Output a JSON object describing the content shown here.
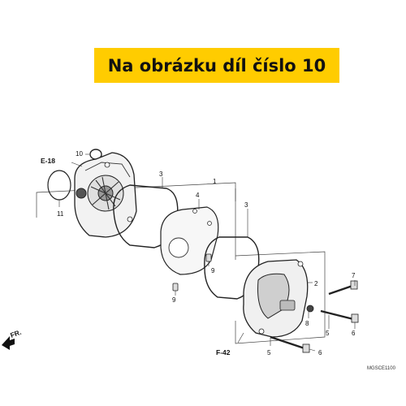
{
  "banner": {
    "text": "Na obrázku díl číslo 10",
    "background": "#FFCC00"
  },
  "callouts": {
    "c10": "10",
    "c11": "11",
    "c3a": "3",
    "c1": "1",
    "c4": "4",
    "c3b": "3",
    "c9a": "9",
    "c9b": "9",
    "c7": "7",
    "c2": "2",
    "c8": "8",
    "c5a": "5",
    "c6a": "6",
    "c5b": "5",
    "c6b": "6"
  },
  "refs": {
    "e18": "E-18",
    "f42": "F-42",
    "fr": "FR."
  },
  "diagram_code": "MGSCE1100"
}
